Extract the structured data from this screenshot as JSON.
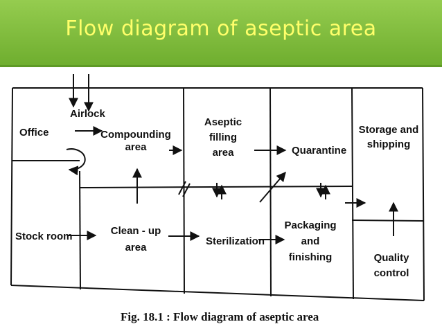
{
  "slide": {
    "title": "Flow diagram of aseptic area"
  },
  "diagram": {
    "rooms": {
      "office": "Office",
      "airlock": "Airlock",
      "compounding": [
        "Compounding",
        "area"
      ],
      "aseptic_filling": [
        "Aseptic",
        "filling",
        "area"
      ],
      "quarantine": "Quarantine",
      "storage": [
        "Storage and",
        "shipping"
      ],
      "stock_room": "Stock room",
      "cleanup": [
        "Clean - up",
        "area"
      ],
      "sterilization": "Sterilization",
      "packaging": [
        "Packaging",
        "and",
        "finishing"
      ],
      "quality_control": [
        "Quality",
        "control"
      ]
    },
    "caption": "Fig. 18.1 : Flow diagram of aseptic area"
  },
  "colors": {
    "banner_top": "#95cc4f",
    "banner_bottom": "#6fae2f",
    "title_text": "#ffff6a",
    "ink": "#111111"
  }
}
